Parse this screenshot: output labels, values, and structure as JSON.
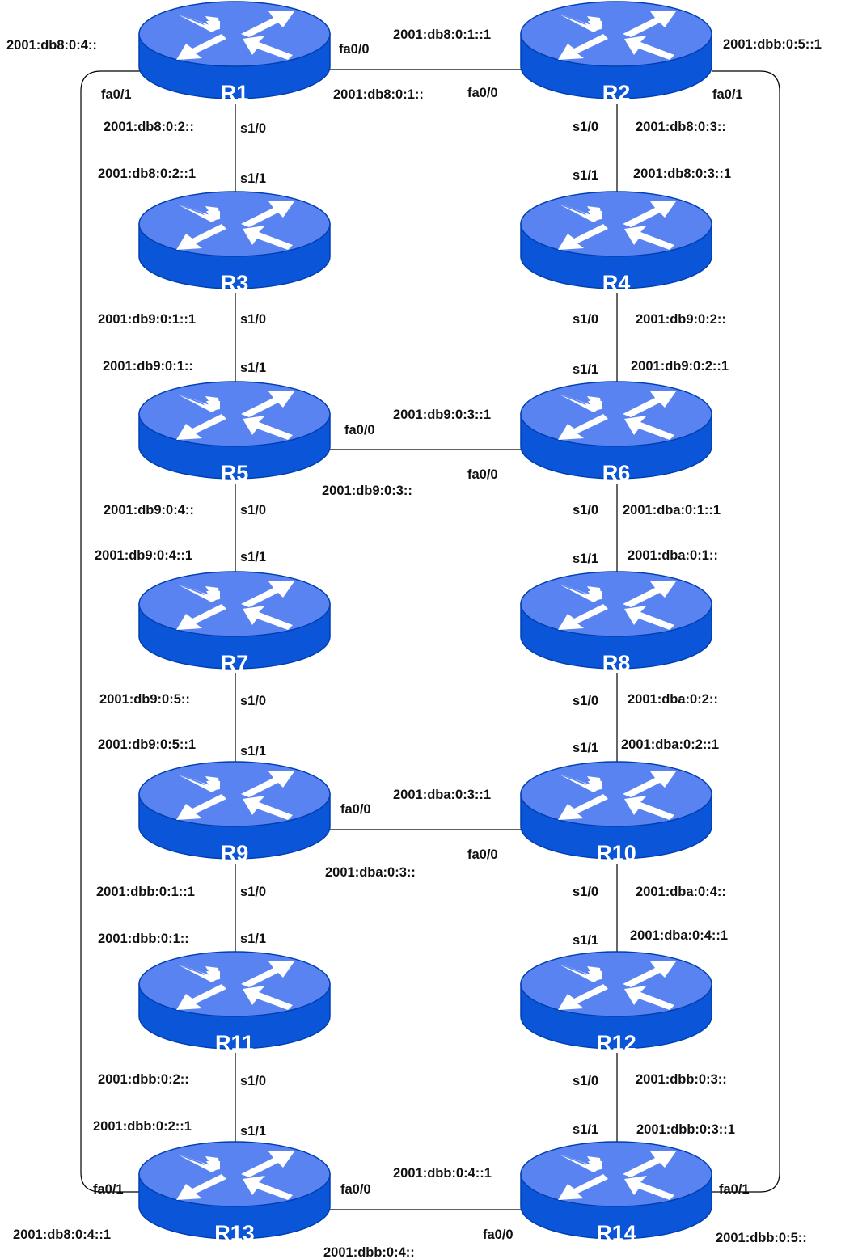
{
  "colors": {
    "router_top": "#5a83f2",
    "router_body": "#0a55d8",
    "router_edge": "#003fb0",
    "arrow": "#ffffff",
    "link": "#000000",
    "label_text": "#111111"
  },
  "icons": {
    "router": "router-icon"
  },
  "routers": [
    {
      "id": "r1",
      "name": "R1"
    },
    {
      "id": "r2",
      "name": "R2"
    },
    {
      "id": "r3",
      "name": "R3"
    },
    {
      "id": "r4",
      "name": "R4"
    },
    {
      "id": "r5",
      "name": "R5"
    },
    {
      "id": "r6",
      "name": "R6"
    },
    {
      "id": "r7",
      "name": "R7"
    },
    {
      "id": "r8",
      "name": "R8"
    },
    {
      "id": "r9",
      "name": "R9"
    },
    {
      "id": "r10",
      "name": "R10"
    },
    {
      "id": "r11",
      "name": "R11"
    },
    {
      "id": "r12",
      "name": "R12"
    },
    {
      "id": "r13",
      "name": "R13"
    },
    {
      "id": "r14",
      "name": "R14"
    }
  ],
  "labels": {
    "r1_lan": "2001:db8:0:4::",
    "r1_fa00": "fa0/0",
    "r1_fa01": "fa0/1",
    "r1_r2_addr": "2001:db8:0:1::",
    "r2_fa00": "fa0/0",
    "r2_r1_addr": "2001:db8:0:1::1",
    "r2_lan": "2001:dbb:0:5::1",
    "r2_fa01": "fa0/1",
    "r1_s10": "s1/0",
    "r1_s10_addr": "2001:db8:0:2::",
    "r3_s11": "s1/1",
    "r3_s11_addr": "2001:db8:0:2::1",
    "r2_s10": "s1/0",
    "r2_s10_addr": "2001:db8:0:3::",
    "r4_s11": "s1/1",
    "r4_s11_addr": "2001:db8:0:3::1",
    "r3_s10": "s1/0",
    "r3_s10_addr": "2001:db9:0:1::1",
    "r5_s11": "s1/1",
    "r5_s11_addr": "2001:db9:0:1::",
    "r4_s10": "s1/0",
    "r4_s10_addr": "2001:db9:0:2::",
    "r6_s11": "s1/1",
    "r6_s11_addr": "2001:db9:0:2::1",
    "r5_fa00": "fa0/0",
    "r5_fa00_addr": "2001:db9:0:3::",
    "r6_fa00": "fa0/0",
    "r6_fa00_addr": "2001:db9:0:3::1",
    "r5_s10": "s1/0",
    "r5_s10_addr": "2001:db9:0:4::",
    "r7_s11": "s1/1",
    "r7_s11_addr": "2001:db9:0:4::1",
    "r6_s10": "s1/0",
    "r6_s10_addr": "2001:dba:0:1::1",
    "r8_s11": "s1/1",
    "r8_s11_addr": "2001:dba:0:1::",
    "r7_s10": "s1/0",
    "r7_s10_addr": "2001:db9:0:5::",
    "r9_s11": "s1/1",
    "r9_s11_addr": "2001:db9:0:5::1",
    "r8_s10": "s1/0",
    "r8_s10_addr": "2001:dba:0:2::",
    "r10_s11": "s1/1",
    "r10_s11_addr": "2001:dba:0:2::1",
    "r9_fa00": "fa0/0",
    "r9_fa00_addr": "2001:dba:0:3::",
    "r10_fa00": "fa0/0",
    "r10_fa00_addr": "2001:dba:0:3::1",
    "r9_s10": "s1/0",
    "r9_s10_addr": "2001:dbb:0:1::1",
    "r11_s11": "s1/1",
    "r11_s11_addr": "2001:dbb:0:1::",
    "r10_s10": "s1/0",
    "r10_s10_addr": "2001:dba:0:4::",
    "r12_s11": "s1/1",
    "r12_s11_addr": "2001:dba:0:4::1",
    "r11_s10": "s1/0",
    "r11_s10_addr": "2001:dbb:0:2::",
    "r13_s11": "s1/1",
    "r13_s11_addr": "2001:dbb:0:2::1",
    "r12_s10": "s1/0",
    "r12_s10_addr": "2001:dbb:0:3::",
    "r14_s11": "s1/1",
    "r14_s11_addr": "2001:dbb:0:3::1",
    "r13_fa01": "fa0/1",
    "r13_fa01_addr": "2001:db8:0:4::1",
    "r13_fa00": "fa0/0",
    "r13_fa00_addr": "2001:dbb:0:4::",
    "r14_fa00": "fa0/0",
    "r14_fa00_addr": "2001:dbb:0:4::1",
    "r14_fa01": "fa0/1",
    "r14_fa01_addr": "2001:dbb:0:5::"
  }
}
